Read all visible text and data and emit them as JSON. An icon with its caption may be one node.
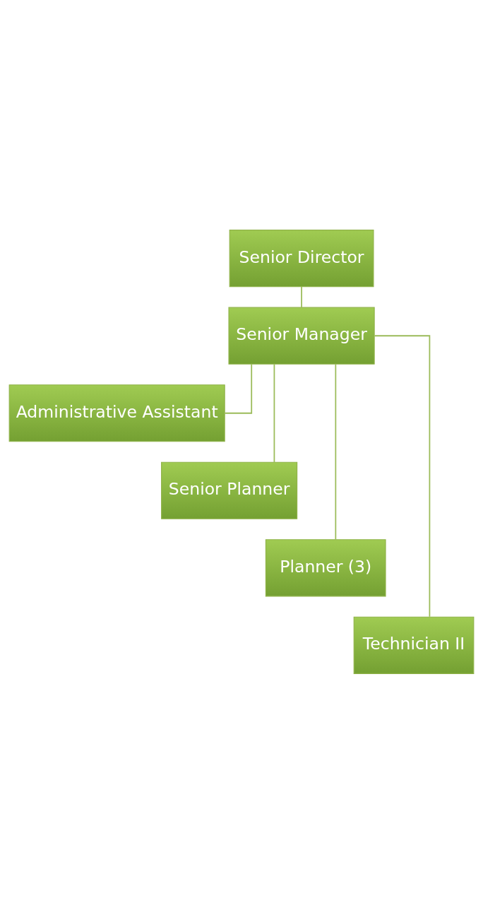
{
  "diagram": {
    "nodes": [
      {
        "text": [
          "Senior Director"
        ]
      },
      {
        "text": [
          "Senior Manager"
        ]
      },
      {
        "text": [
          "Administrative Assistant"
        ]
      },
      {
        "text": [
          "Senior Planner"
        ]
      },
      {
        "text": [
          "Planner (3)"
        ]
      },
      {
        "text": [
          "Technician II"
        ]
      }
    ],
    "edges": [
      {
        "from": 0,
        "to": 1,
        "arrow": "none"
      },
      {
        "from": 1,
        "to": 2,
        "arrow": "none"
      },
      {
        "from": 1,
        "to": 3,
        "arrow": "none"
      },
      {
        "from": 1,
        "to": 4,
        "arrow": "none"
      },
      {
        "from": 1,
        "to": 5,
        "arrow": "none"
      }
    ]
  }
}
